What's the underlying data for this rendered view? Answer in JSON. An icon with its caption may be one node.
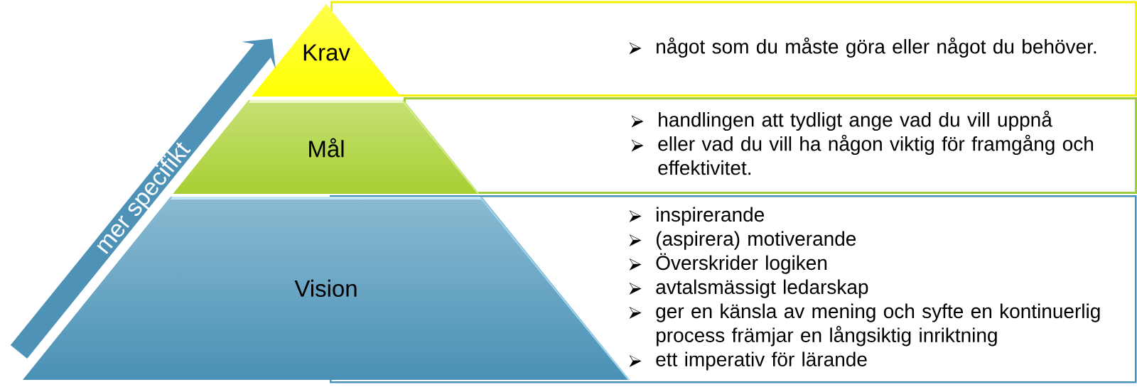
{
  "diagram": {
    "nodes": [
      {
        "text": [
          "Krav"
        ]
      },
      {
        "text": [
          "något som du måste göra eller något du behöver."
        ]
      },
      {
        "text": [
          "Mål"
        ]
      },
      {
        "text": [
          "handlingen att tydligt ange vad du vill uppnå",
          "eller vad du vill ha någon viktig för framgång och effektivitet."
        ]
      },
      {
        "text": [
          "Vision"
        ]
      },
      {
        "text": [
          "inspirerande",
          "(aspirera) motiverande",
          "Överskrider logiken",
          "avtalsmässigt ledarskap",
          "ger en känsla av mening och syfte en kontinuerlig process främjar en långsiktig inriktning",
          "ett imperativ för lärande"
        ]
      }
    ],
    "labels": [
      "mer specifikt"
    ]
  }
}
